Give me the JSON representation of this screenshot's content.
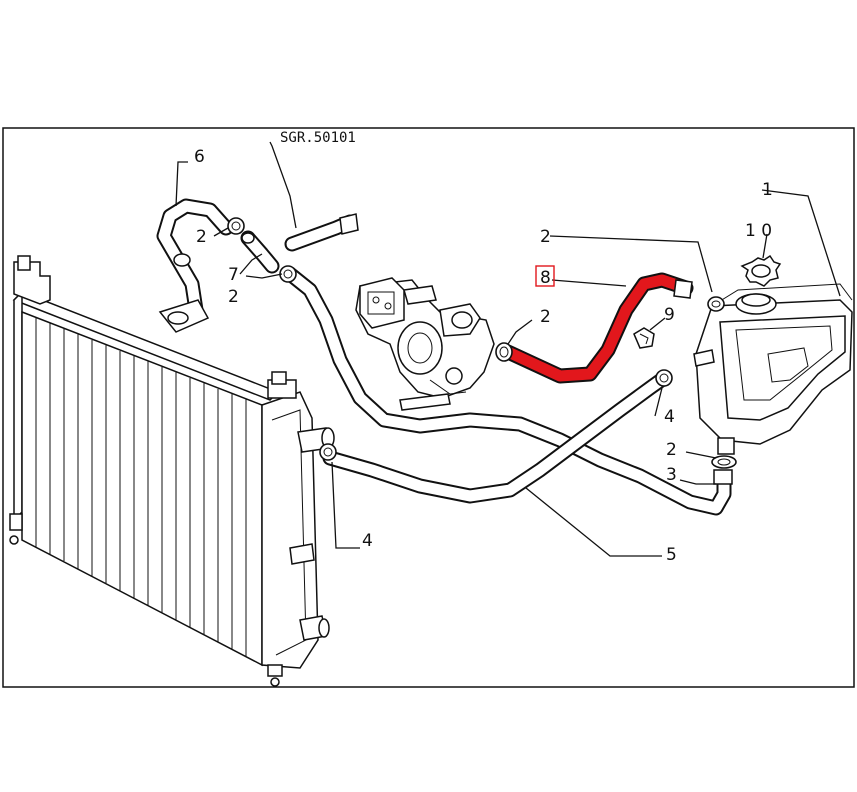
{
  "drawing_code": "SGR.50101",
  "highlight_color": "#e2171c",
  "frame_color": "#111111",
  "callouts": {
    "c1": "1",
    "c2_a": "2",
    "c2_b": "2",
    "c2_c": "2",
    "c2_d": "2",
    "c2_e": "2",
    "c3": "3",
    "c4_a": "4",
    "c4_b": "4",
    "c5": "5",
    "c6": "6",
    "c7": "7",
    "c8": "8",
    "c9": "9",
    "c10": "1 0"
  }
}
